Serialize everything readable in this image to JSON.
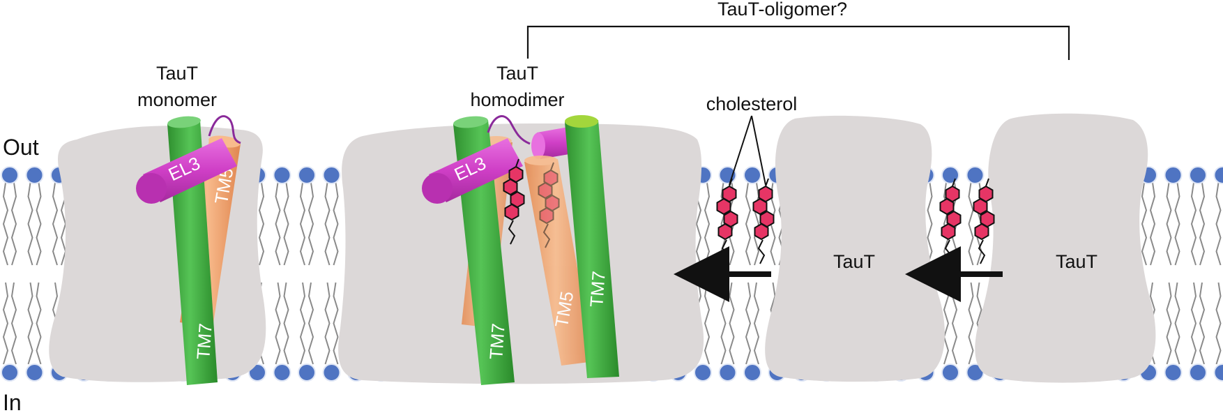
{
  "labels": {
    "out": "Out",
    "in": "In",
    "monomer_line1": "TauT",
    "monomer_line2": "monomer",
    "homodimer_line1": "TauT",
    "homodimer_line2": "homodimer",
    "cholesterol": "cholesterol",
    "oligomer": "TauT-oligomer?",
    "taut_a": "TauT",
    "taut_b": "TauT",
    "el3_a": "EL3",
    "tm5_a": "TM5",
    "tm7_a": "TM7",
    "el3_b": "EL3",
    "tm7_b": "TM7",
    "tm5_b": "TM5",
    "tm7_c": "TM7"
  },
  "colors": {
    "protein_body": "#dcd8d8",
    "lipid_head": "#4f74c2",
    "lipid_tail": "#8a8a8a",
    "helix_green": "#3fac3f",
    "helix_orange": "#f2a470",
    "helix_magenta": "#cf3fc6",
    "loop_purple": "#8a2a9a",
    "cholesterol_fill": "#e63565",
    "arrow": "#111111"
  }
}
